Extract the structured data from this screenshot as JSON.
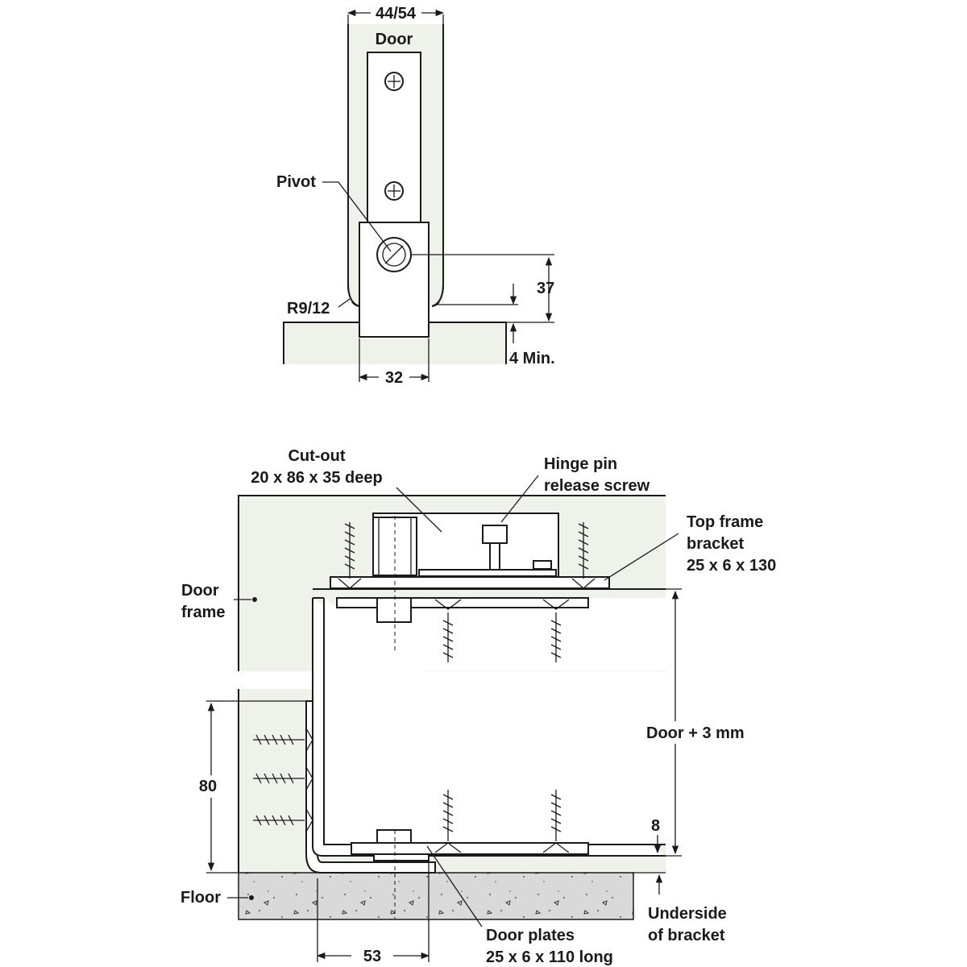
{
  "top_view": {
    "width_dim": "44/54",
    "door_label": "Door",
    "pivot_label": "Pivot",
    "radius_label": "R9/12",
    "height_dim": "37",
    "min_gap_dim": "4 Min.",
    "bracket_width_dim": "32"
  },
  "side_view": {
    "cutout_label_1": "Cut-out",
    "cutout_label_2": "20 x 86 x 35 deep",
    "release_label_1": "Hinge pin",
    "release_label_2": "release screw",
    "top_bracket_label_1": "Top frame",
    "top_bracket_label_2": "bracket",
    "top_bracket_label_3": "25 x 6 x 130",
    "door_frame_label_1": "Door",
    "door_frame_label_2": "frame",
    "door_height_dim": "Door + 3 mm",
    "bracket_height_dim": "80",
    "offset_dim": "8",
    "floor_label": "Floor",
    "underside_label_1": "Underside",
    "underside_label_2": "of bracket",
    "door_plates_label_1": "Door plates",
    "door_plates_label_2": "25 x 6 x 110 long",
    "floor_offset_dim": "53"
  },
  "colors": {
    "panel_fill": "#eef2ea",
    "floor_fill": "#d9d9d9",
    "line": "#1a1a1a"
  }
}
